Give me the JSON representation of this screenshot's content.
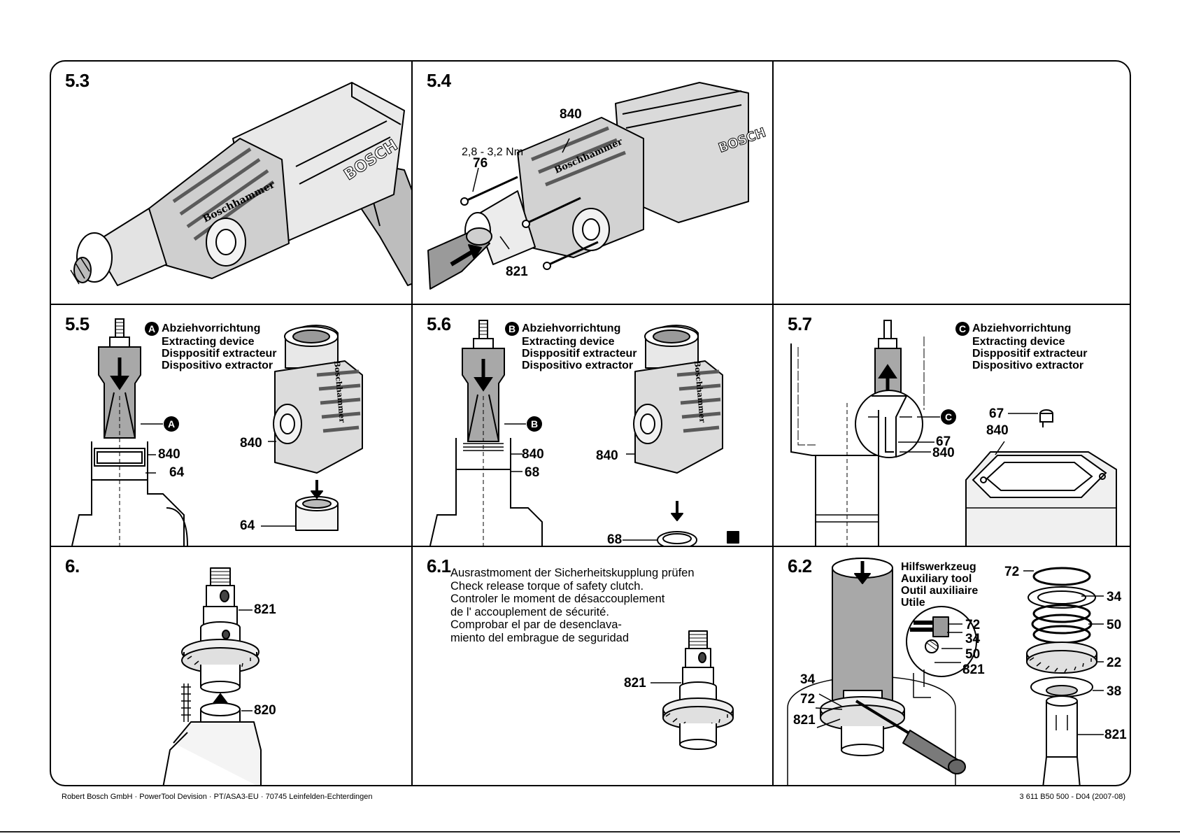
{
  "panels": {
    "p53": {
      "num": "5.3"
    },
    "p54": {
      "num": "5.4",
      "torque": "2,8 - 3,2 Nm",
      "labels": {
        "a": "840",
        "b": "76",
        "c": "821"
      }
    },
    "p55": {
      "num": "5.5",
      "badge": "A",
      "legend": [
        "Abziehvorrichtung",
        "Extracting device",
        "Disppositif extracteur",
        "Dispositivo extractor"
      ],
      "labels": {
        "a": "840",
        "b": "64",
        "c": "840",
        "d": "64"
      }
    },
    "p56": {
      "num": "5.6",
      "badge": "B",
      "legend": [
        "Abziehvorrichtung",
        "Extracting device",
        "Disppositif extracteur",
        "Dispositivo extractor"
      ],
      "labels": {
        "a": "840",
        "b": "68",
        "c": "840",
        "d": "68"
      }
    },
    "p57": {
      "num": "5.7",
      "badge": "C",
      "legend": [
        "Abziehvorrichtung",
        "Extracting device",
        "Disppositif extracteur",
        "Dispositivo extractor"
      ],
      "labels": {
        "a": "67",
        "b": "840",
        "c": "67",
        "d": "840"
      }
    },
    "p6": {
      "num": "6.",
      "labels": {
        "a": "821",
        "b": "820"
      }
    },
    "p61": {
      "num": "6.1",
      "note": [
        "Ausrastmoment der Sicherheitskupplung prüfen",
        "Check release torque of safety clutch.",
        "Controler le moment de désaccouplement",
        "de l' accouplement de sécurité.",
        "Comprobar el par de desenclava-",
        "miento del embrague de seguridad"
      ],
      "labels": {
        "a": "821"
      }
    },
    "p62": {
      "num": "6.2",
      "tool": [
        "Hilfswerkzeug",
        "Auxiliary tool",
        "Outil auxiliaire",
        "Utile"
      ],
      "labels": {
        "a": "72",
        "b": "34",
        "c": "50",
        "d": "821",
        "e": "34",
        "f": "72",
        "g": "821",
        "h": "72",
        "i": "34",
        "j": "50",
        "k": "22",
        "l": "38",
        "m": "821"
      }
    }
  },
  "footer": {
    "left": "Robert Bosch GmbH · PowerTool Devision · PT/ASA3-EU · 70745 Leinfelden-Echterdingen",
    "right": "3 611 B50 500 - D04 (2007-08)"
  }
}
